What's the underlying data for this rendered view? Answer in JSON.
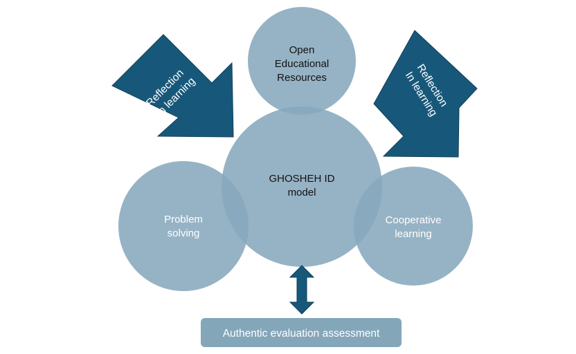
{
  "diagram": {
    "center": {
      "line1": "GHOSHEH ID",
      "line2": "model"
    },
    "top": {
      "line1": "Open",
      "line2": "Educational",
      "line3": "Resources"
    },
    "left": {
      "line1": "Problem",
      "line2": "solving"
    },
    "right": {
      "line1": "Cooperative",
      "line2": "learning"
    },
    "arrow_left": {
      "line1": "Reflection",
      "line2": "in learning"
    },
    "arrow_right": {
      "line1": "Reflection",
      "line2": "In learning"
    },
    "bottom_box": {
      "label": "Authentic evaluation assessment"
    }
  },
  "colors": {
    "circle": "#86a8bc",
    "arrow": "#17587a",
    "box": "#84a6b9"
  }
}
